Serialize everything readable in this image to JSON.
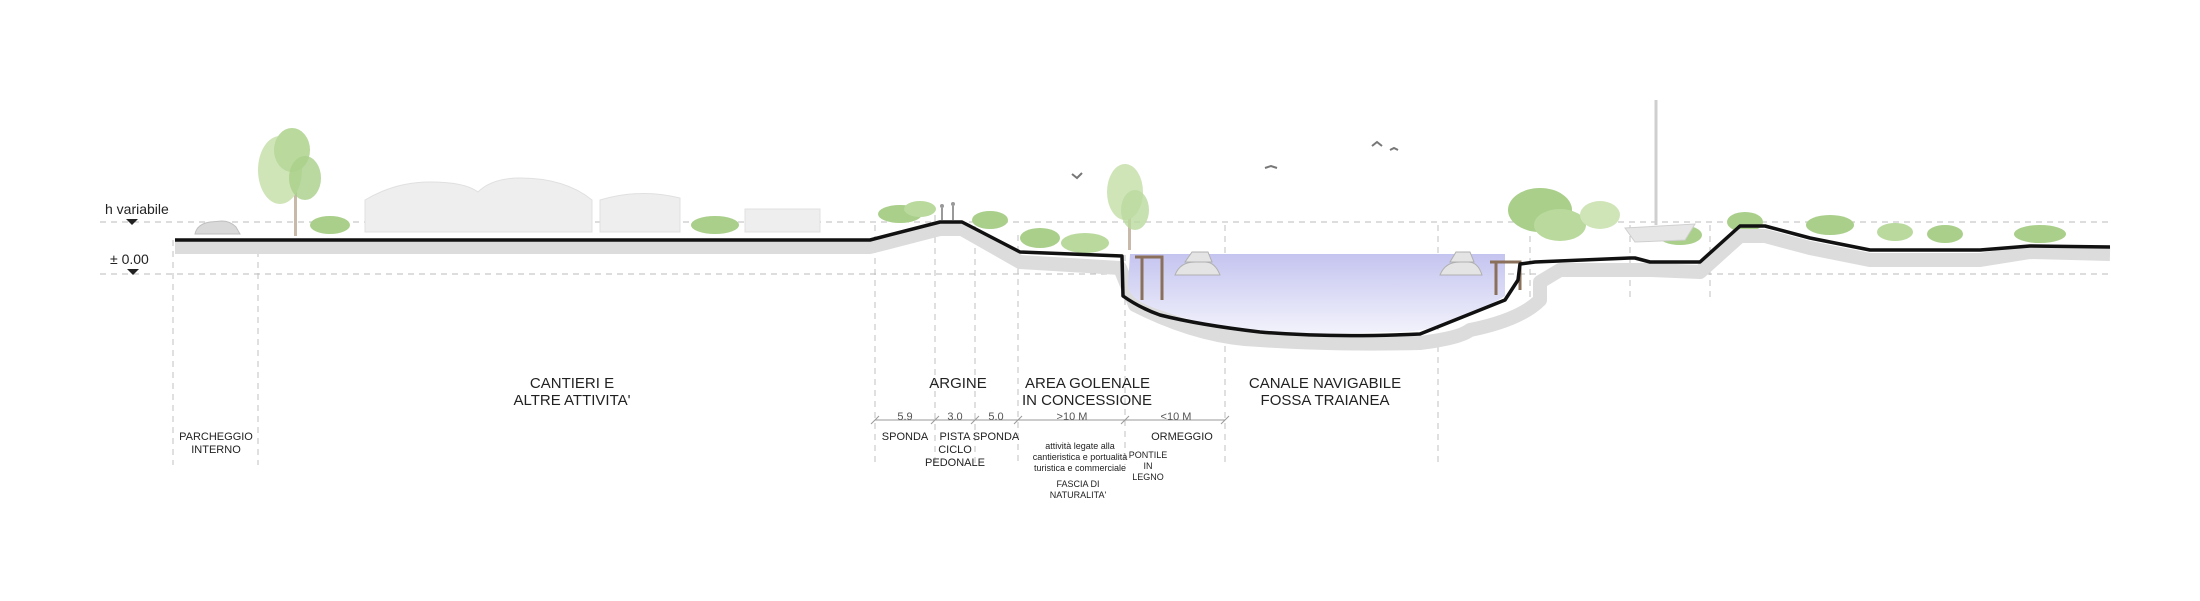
{
  "levels": {
    "top": "h variabile",
    "zero": "± 0.00"
  },
  "zones": {
    "cantieri": [
      "CANTIERI E",
      "ALTRE ATTIVITA'"
    ],
    "argine": [
      "ARGINE"
    ],
    "golenale": [
      "AREA GOLENALE",
      "IN CONCESSIONE"
    ],
    "canale": [
      "CANALE NAVIGABILE",
      "FOSSA TRAIANEA"
    ]
  },
  "dimensions": {
    "d1": "5.9",
    "d2": "3.0",
    "d3": "5.0",
    "d4": ">10 M",
    "d5": "<10 M"
  },
  "sublabels": {
    "parcheggio": [
      "PARCHEGGIO",
      "INTERNO"
    ],
    "sponda_left": [
      "SPONDA"
    ],
    "pista": [
      "PISTA",
      "CICLO",
      "PEDONALE"
    ],
    "sponda_right": [
      "SPONDA"
    ],
    "attivita": [
      "attività legate alla",
      "cantieristica e portualità",
      "turistica e commerciale"
    ],
    "fascia": [
      "FASCIA DI",
      "NATURALITA'"
    ],
    "ormeggio": [
      "ORMEGGIO"
    ],
    "pontile": [
      "PONTILE",
      "IN",
      "LEGNO"
    ]
  },
  "colors": {
    "ground_line": "#111111",
    "ground_shadow": "#d9d9d9",
    "water_top": "#c9c9f2",
    "water_bottom": "#f2f2fc",
    "vegetation": "#a9cf8a",
    "vegetation_light": "#cfe5b8",
    "building": "#eeeeee",
    "guide_line": "#bbbbbb",
    "pontile": "#8a6f5a"
  }
}
